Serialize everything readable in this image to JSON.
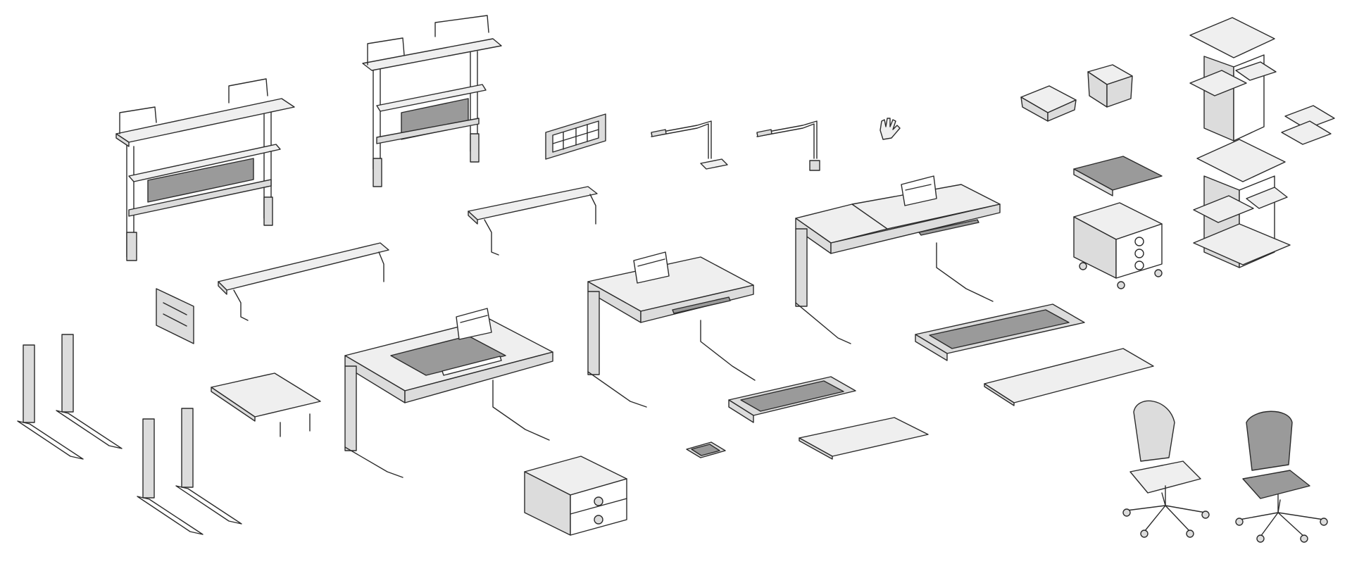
{
  "illustration": {
    "type": "product line-art overview",
    "colors": {
      "line": "#2b2b2b",
      "surface": "#efefef",
      "side": "#dcdcdc",
      "accent_dark": "#9a9a9a",
      "background": "#ffffff"
    },
    "items": [
      {
        "name": "shelf-unit-large",
        "icon": "shelf-unit-icon"
      },
      {
        "name": "shelf-unit-small",
        "icon": "shelf-unit-icon"
      },
      {
        "name": "wall-organizer-panel",
        "icon": "organizer-panel-icon"
      },
      {
        "name": "desk-lamp",
        "icon": "lamp-icon"
      },
      {
        "name": "clamp-lamp",
        "icon": "lamp-icon"
      },
      {
        "name": "glove-accessory",
        "icon": "glove-icon"
      },
      {
        "name": "storage-trays",
        "icon": "tray-icon"
      },
      {
        "name": "shelf-tower",
        "icon": "tower-icon"
      },
      {
        "name": "rolling-container",
        "icon": "container-icon"
      },
      {
        "name": "wall-shelf-board",
        "icon": "shelf-board-icon"
      },
      {
        "name": "desk-large",
        "icon": "desk-icon"
      },
      {
        "name": "desk-medium",
        "icon": "desk-icon"
      },
      {
        "name": "desk-tilting",
        "icon": "desk-icon"
      },
      {
        "name": "drawer-insert",
        "icon": "drawer-icon"
      },
      {
        "name": "desk-pad",
        "icon": "desk-pad-icon"
      },
      {
        "name": "desk-legs",
        "icon": "leg-icon"
      },
      {
        "name": "side-table",
        "icon": "side-table-icon"
      },
      {
        "name": "hanging-drawer",
        "icon": "drawer-icon"
      },
      {
        "name": "child-chair",
        "icon": "chair-icon"
      },
      {
        "name": "mesh-chair",
        "icon": "chair-icon"
      }
    ]
  }
}
